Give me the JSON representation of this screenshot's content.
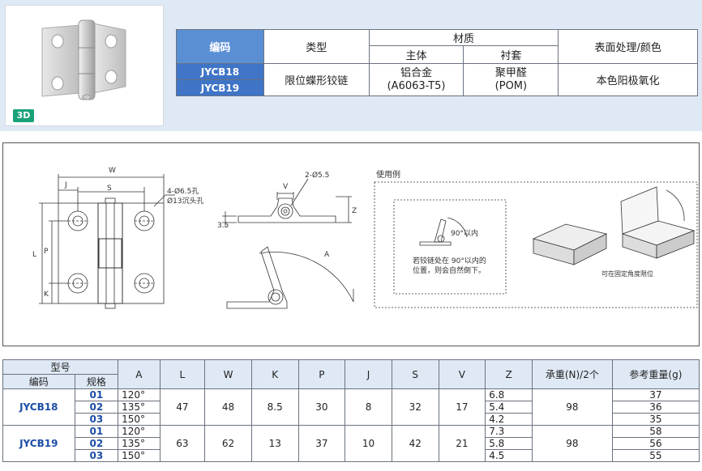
{
  "badge_3d": "3D",
  "material_table": {
    "h_code": "编码",
    "h_type": "类型",
    "h_material": "材质",
    "h_body": "主体",
    "h_lining": "衬套",
    "h_surface": "表面处理/颜色",
    "codes": [
      "JYCB18",
      "JYCB19"
    ],
    "type": "限位蝶形铰链",
    "body": "铝合金\n(A6063-T5)",
    "lining": "聚甲醛\n(POM)",
    "surface": "本色阳极氧化"
  },
  "drawing": {
    "label_W": "W",
    "label_J": "J",
    "label_S": "S",
    "label_L": "L",
    "label_P": "P",
    "label_K": "K",
    "hole_note_1": "4-Ø6.5孔",
    "hole_note_2": "Ø13沉头孔",
    "label_V": "V",
    "label_pin": "2-Ø5.5",
    "label_35": "3.5",
    "label_Z": "Z",
    "label_A": "A",
    "usage_title": "使用例",
    "angle_note": "90°以内",
    "usage_desc_1": "若铰链处在 90°以内的",
    "usage_desc_2": "位置，则会自然倒下。",
    "fixed_note": "可在固定角度限位"
  },
  "dims_table": {
    "h_model": "型号",
    "h_code": "编码",
    "h_spec": "规格",
    "h_A": "A",
    "h_L": "L",
    "h_W": "W",
    "h_K": "K",
    "h_P": "P",
    "h_J": "J",
    "h_S": "S",
    "h_V": "V",
    "h_Z": "Z",
    "h_load": "承重(N)/2个",
    "h_weight": "参考重量(g)",
    "groups": [
      {
        "code": "JYCB18",
        "L": "47",
        "W": "48",
        "K": "8.5",
        "P": "30",
        "J": "8",
        "S": "32",
        "V": "17",
        "load": "98",
        "rows": [
          {
            "spec": "01",
            "A": "120°",
            "Z": "6.8",
            "wt": "37"
          },
          {
            "spec": "02",
            "A": "135°",
            "Z": "5.4",
            "wt": "36"
          },
          {
            "spec": "03",
            "A": "150°",
            "Z": "4.2",
            "wt": "35"
          }
        ]
      },
      {
        "code": "JYCB19",
        "L": "63",
        "W": "62",
        "K": "13",
        "P": "37",
        "J": "10",
        "S": "42",
        "V": "21",
        "load": "98",
        "rows": [
          {
            "spec": "01",
            "A": "120°",
            "Z": "7.3",
            "wt": "58"
          },
          {
            "spec": "02",
            "A": "135°",
            "Z": "5.8",
            "wt": "56"
          },
          {
            "spec": "03",
            "A": "150°",
            "Z": "4.5",
            "wt": "55"
          }
        ]
      }
    ]
  }
}
